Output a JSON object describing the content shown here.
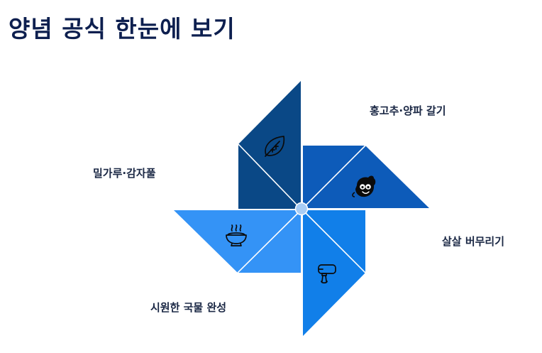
{
  "title": "양념 공식 한눈에 보기",
  "blades": [
    {
      "label": "밀가루·감자풀",
      "icon": "leaf-icon",
      "color": "#0a4886"
    },
    {
      "label": "홍고추·양파 갈기",
      "icon": "chili-face-icon",
      "color": "#0d5bb9"
    },
    {
      "label": "살살 버무리기",
      "icon": "hand-mixer-icon",
      "color": "#117fe9"
    },
    {
      "label": "시원한 국물 완성",
      "icon": "soup-bowl-icon",
      "color": "#3493f6"
    }
  ],
  "colors": {
    "title": "#0d1f4f",
    "label": "#1a2744",
    "hub": "#a8cdf5",
    "divider": "#ffffff"
  }
}
